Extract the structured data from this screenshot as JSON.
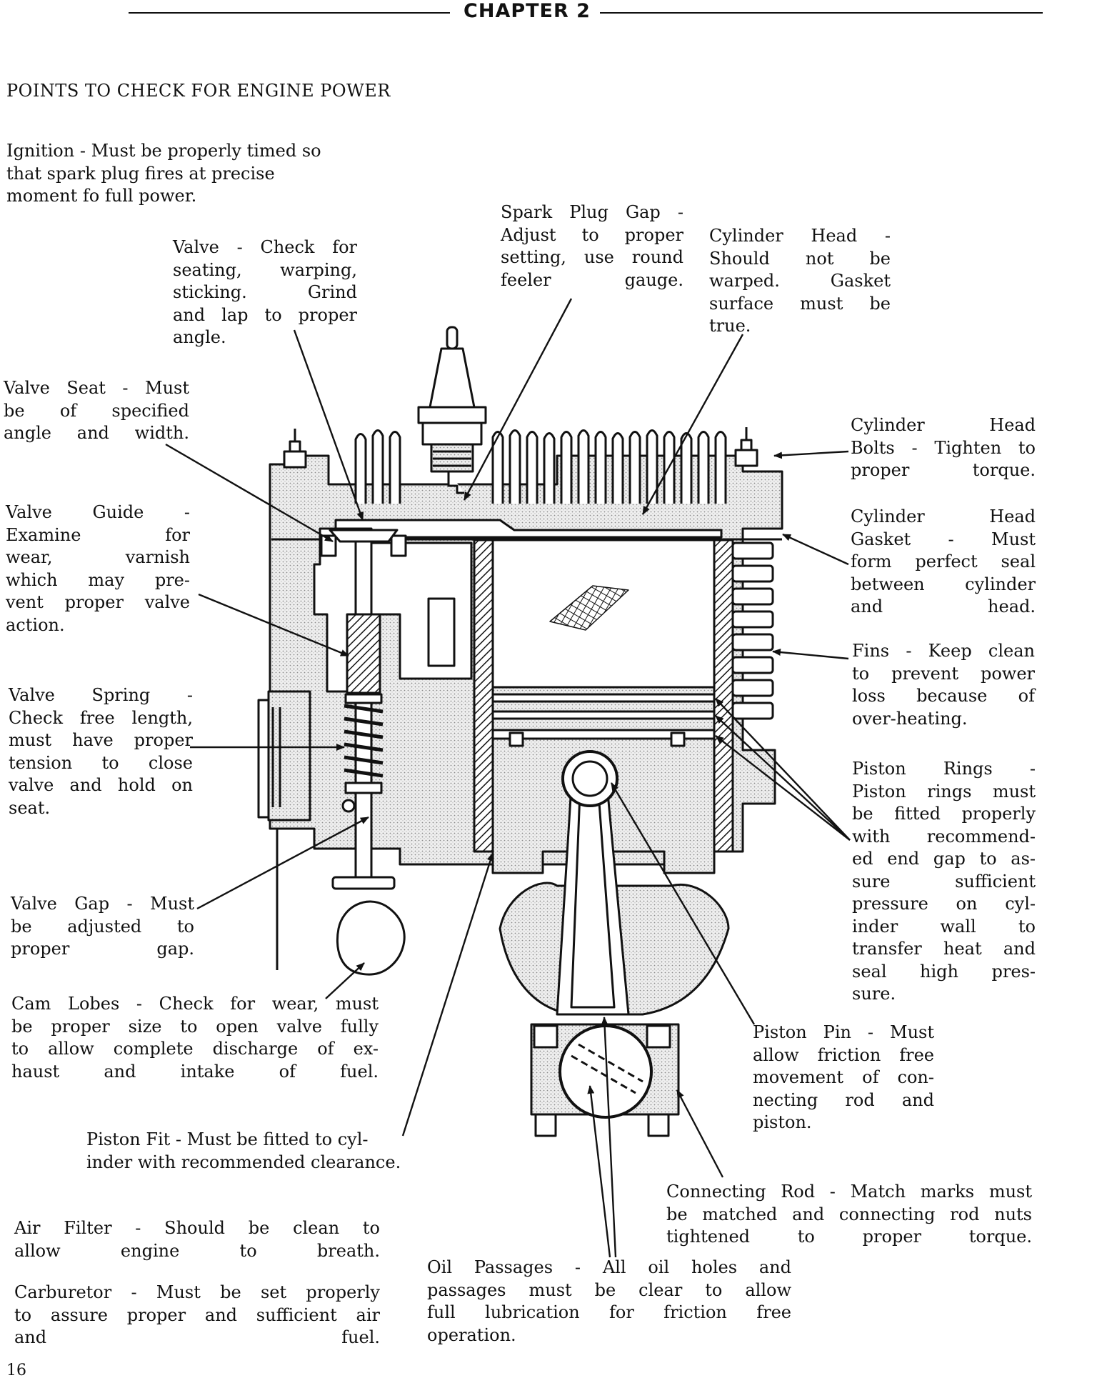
{
  "header": {
    "chapter": "CHAPTER 2"
  },
  "title": "POINTS TO CHECK FOR ENGINE POWER",
  "notes": {
    "ignition": "Ignition - Must be properly timed so\nthat spark plug fires at precise\nmoment fo  full power.",
    "valve": "Valve - Check for\nseating, warping,\nsticking. Grind\nand lap to proper\nangle.",
    "spark_plug_gap": "Spark Plug Gap -\nAdjust to proper\nsetting, use round\nfeeler gauge.",
    "cylinder_head": "Cylinder Head -\nShould not be\nwarped. Gasket\nsurface must be\ntrue.",
    "valve_seat": "Valve Seat - Must\nbe of specified\nangle and width.",
    "cylinder_head_bolts": "Cylinder Head\nBolts - Tighten to\nproper torque.",
    "valve_guide": "Valve Guide -\nExamine for\nwear, varnish\nwhich may pre-\nvent proper valve\naction.",
    "cylinder_head_gasket": "Cylinder Head\nGasket - Must\nform perfect seal\nbetween cylinder\nand head.",
    "fins": "Fins - Keep clean\nto prevent power\nloss because of\nover-heating.",
    "valve_spring": "Valve Spring -\nCheck free length,\nmust have proper\ntension to close\nvalve and hold on\nseat.",
    "piston_rings": "Piston Rings -\nPiston rings must\nbe fitted properly\nwith recommend-\ned end gap to as-\nsure sufficient\npressure on cyl-\ninder wall to\ntransfer heat and\nseal high pres-\nsure.",
    "valve_gap": "Valve Gap - Must\nbe adjusted to\nproper gap.",
    "cam_lobes": "Cam Lobes - Check for wear, must\nbe proper size to open valve fully\nto allow complete discharge of ex-\nhaust and intake of fuel.",
    "piston_pin": "Piston Pin - Must\nallow friction free\nmovement of con-\nnecting rod and\npiston.",
    "piston_fit": "Piston Fit - Must be fitted to cyl-\ninder with recommended clearance.",
    "connecting_rod": "Connecting Rod - Match marks must\nbe matched and connecting rod nuts\ntightened to proper torque.",
    "air_filter": "Air Filter - Should be clean to\nallow engine to breath.",
    "oil_passages": "Oil Passages - All oil holes and\npassages must be clear to allow\nfull lubrication for friction free\noperation.",
    "carburetor": "Carburetor - Must be set properly\nto assure proper and sufficient air\nand fuel."
  },
  "page_number": "16"
}
